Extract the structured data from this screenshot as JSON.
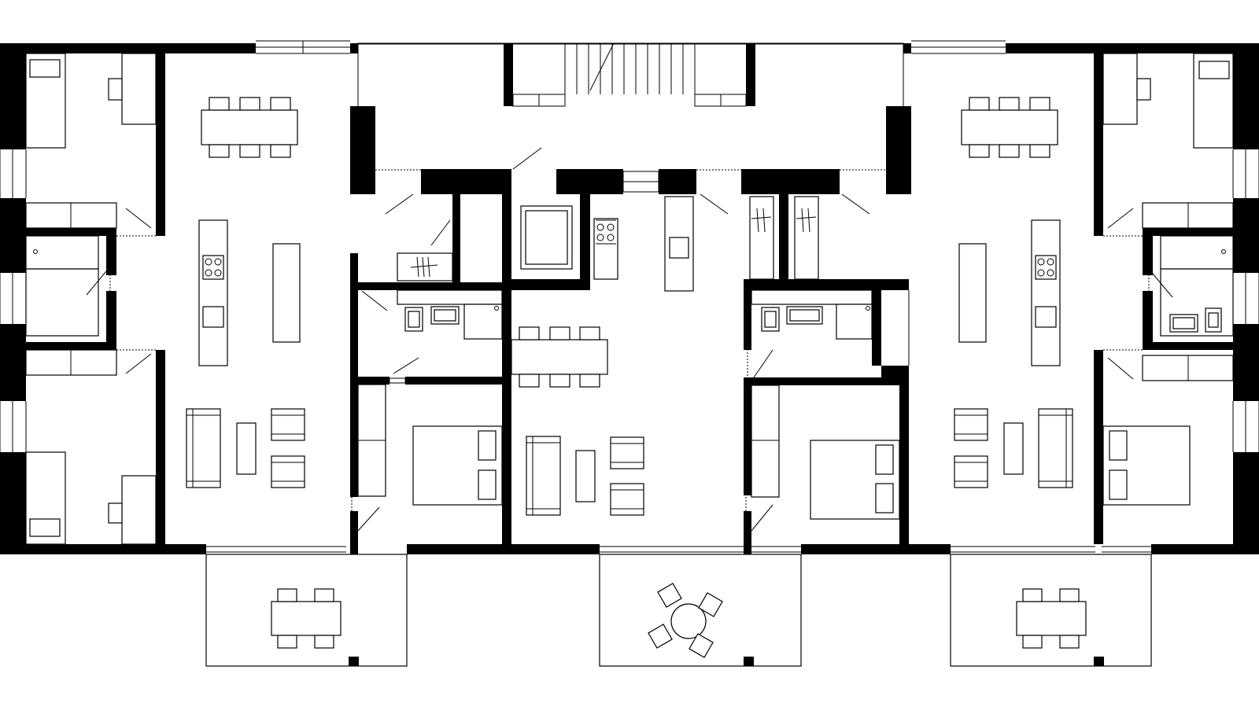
{
  "diagram": {
    "type": "architectural-floor-plan",
    "colors": {
      "wall": "#000000",
      "background": "#ffffff",
      "line": "#000000"
    },
    "units": [
      {
        "id": "left-apartment"
      },
      {
        "id": "center-apartment"
      },
      {
        "id": "right-apartment"
      }
    ],
    "balconies": [
      {
        "id": "left-balcony",
        "furniture": "rectangular-table-4-chairs"
      },
      {
        "id": "center-balcony",
        "furniture": "round-table-4-chairs"
      },
      {
        "id": "right-balcony",
        "furniture": "rectangular-table-4-chairs"
      }
    ],
    "core": {
      "stair": "central-stair"
    }
  }
}
